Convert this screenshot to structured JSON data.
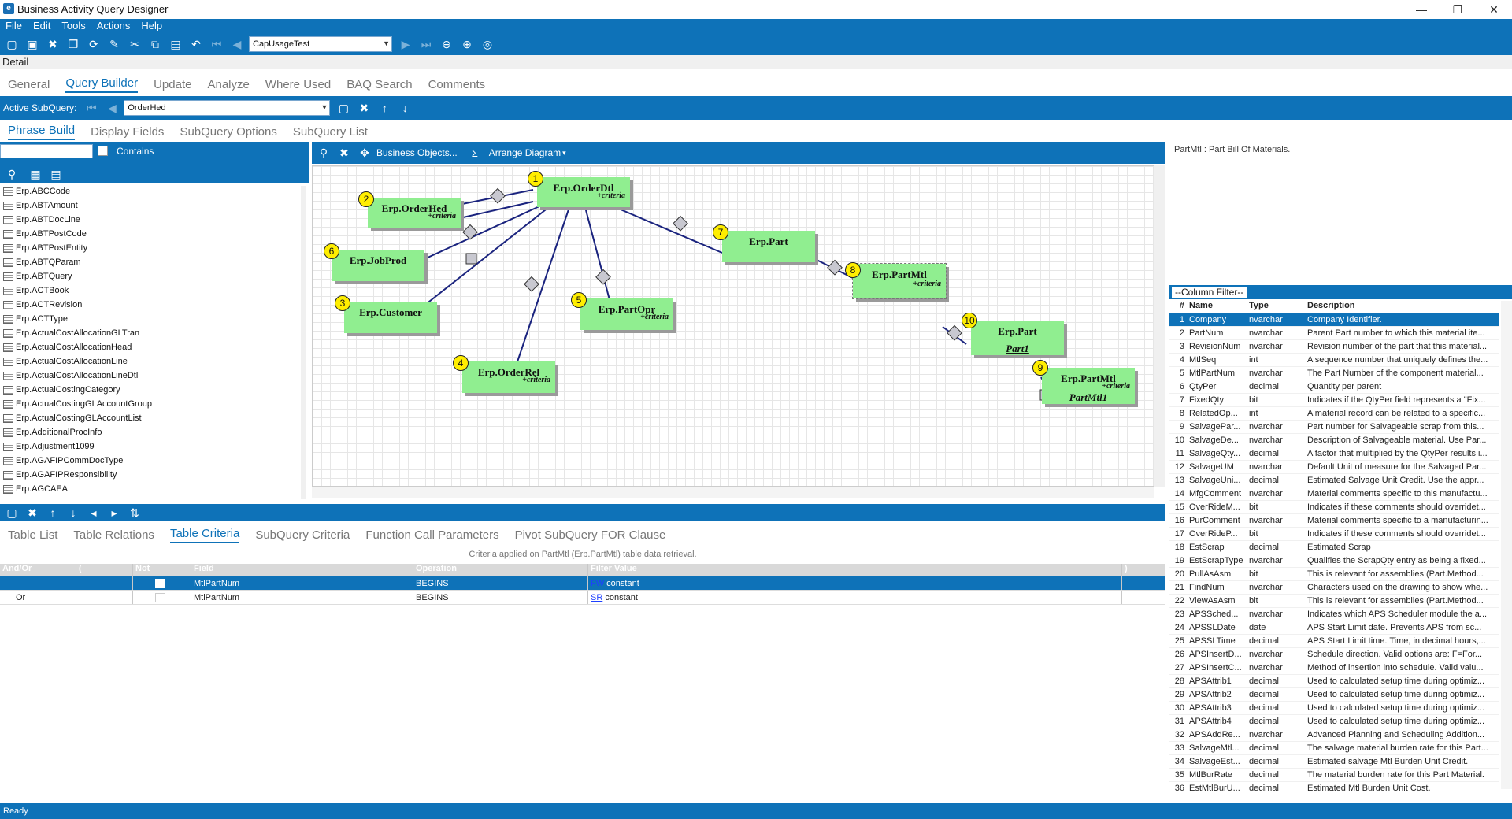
{
  "window": {
    "title": "Business Activity Query Designer",
    "min": "—",
    "restore": "❐",
    "close": "✕"
  },
  "menu": [
    "File",
    "Edit",
    "Tools",
    "Actions",
    "Help"
  ],
  "toolbar": {
    "query_id": "CapUsageTest"
  },
  "detail_label": "Detail",
  "main_tabs": [
    {
      "label": "General"
    },
    {
      "label": "Query Builder",
      "active": true
    },
    {
      "label": "Update"
    },
    {
      "label": "Analyze"
    },
    {
      "label": "Where Used"
    },
    {
      "label": "BAQ Search"
    },
    {
      "label": "Comments"
    }
  ],
  "subquery": {
    "label": "Active SubQuery:",
    "value": "OrderHed"
  },
  "sub_tabs": [
    {
      "label": "Phrase Build",
      "active": true
    },
    {
      "label": "Display Fields"
    },
    {
      "label": "SubQuery Options"
    },
    {
      "label": "SubQuery List"
    }
  ],
  "left": {
    "filter_value": "",
    "contains_label": "Contains",
    "tables": [
      "Erp.ABCCode",
      "Erp.ABTAmount",
      "Erp.ABTDocLine",
      "Erp.ABTPostCode",
      "Erp.ABTPostEntity",
      "Erp.ABTQParam",
      "Erp.ABTQuery",
      "Erp.ACTBook",
      "Erp.ACTRevision",
      "Erp.ACTType",
      "Erp.ActualCostAllocationGLTran",
      "Erp.ActualCostAllocationHead",
      "Erp.ActualCostAllocationLine",
      "Erp.ActualCostAllocationLineDtl",
      "Erp.ActualCostingCategory",
      "Erp.ActualCostingGLAccountGroup",
      "Erp.ActualCostingGLAccountList",
      "Erp.AdditionalProcInfo",
      "Erp.Adjustment1099",
      "Erp.AGAFIPCommDocType",
      "Erp.AGAFIPResponsibility",
      "Erp.AGCAEA"
    ]
  },
  "diagram_toolbar": {
    "business_objects": "Business Objects...",
    "arrange": "Arrange Diagram"
  },
  "nodes": [
    {
      "id": "orderdtl",
      "num": "1",
      "name": "Erp.OrderDtl",
      "crit": "+criteria",
      "alias": ""
    },
    {
      "id": "orderhed",
      "num": "2",
      "name": "Erp.OrderHed",
      "crit": "+criteria",
      "alias": ""
    },
    {
      "id": "customer",
      "num": "3",
      "name": "Erp.Customer",
      "crit": "",
      "alias": ""
    },
    {
      "id": "orderrel",
      "num": "4",
      "name": "Erp.OrderRel",
      "crit": "+criteria",
      "alias": ""
    },
    {
      "id": "partopr",
      "num": "5",
      "name": "Erp.PartOpr",
      "crit": "+criteria",
      "alias": ""
    },
    {
      "id": "jobprod",
      "num": "6",
      "name": "Erp.JobProd",
      "crit": "",
      "alias": ""
    },
    {
      "id": "part",
      "num": "7",
      "name": "Erp.Part",
      "crit": "",
      "alias": ""
    },
    {
      "id": "partmtl",
      "num": "8",
      "name": "Erp.PartMtl",
      "crit": "+criteria",
      "alias": ""
    },
    {
      "id": "partmtl1",
      "num": "9",
      "name": "Erp.PartMtl",
      "crit": "+criteria",
      "alias": "PartMtl1"
    },
    {
      "id": "part1",
      "num": "10",
      "name": "Erp.Part",
      "crit": "",
      "alias": "Part1"
    }
  ],
  "right": {
    "description": "PartMtl : Part Bill Of Materials.",
    "column_filter": "--Column Filter--",
    "headers": {
      "num": "#",
      "name": "Name",
      "type": "Type",
      "desc": "Description"
    },
    "columns": [
      [
        "1",
        "Company",
        "nvarchar",
        "Company Identifier."
      ],
      [
        "2",
        "PartNum",
        "nvarchar",
        "Parent Part number to which this material ite..."
      ],
      [
        "3",
        "RevisionNum",
        "nvarchar",
        "Revision number of the part that this material..."
      ],
      [
        "4",
        "MtlSeq",
        "int",
        "A sequence number that uniquely defines the..."
      ],
      [
        "5",
        "MtlPartNum",
        "nvarchar",
        "The Part Number of the component material..."
      ],
      [
        "6",
        "QtyPer",
        "decimal",
        "Quantity per parent"
      ],
      [
        "7",
        "FixedQty",
        "bit",
        "Indicates if the QtyPer field represents a \"Fix..."
      ],
      [
        "8",
        "RelatedOp...",
        "int",
        "A material record can be related to a specific..."
      ],
      [
        "9",
        "SalvagePar...",
        "nvarchar",
        "Part number for Salvageable scrap from this..."
      ],
      [
        "10",
        "SalvageDe...",
        "nvarchar",
        "Description of Salvageable material. Use Par..."
      ],
      [
        "11",
        "SalvageQty...",
        "decimal",
        "A factor that multiplied by the QtyPer results i..."
      ],
      [
        "12",
        "SalvageUM",
        "nvarchar",
        "Default Unit of measure for the Salvaged Par..."
      ],
      [
        "13",
        "SalvageUni...",
        "decimal",
        "Estimated Salvage Unit Credit. Use the appr..."
      ],
      [
        "14",
        "MfgComment",
        "nvarchar",
        "Material comments specific to this manufactu..."
      ],
      [
        "15",
        "OverRideM...",
        "bit",
        "Indicates if these comments should overridet..."
      ],
      [
        "16",
        "PurComment",
        "nvarchar",
        "Material comments specific to a manufacturin..."
      ],
      [
        "17",
        "OverRideP...",
        "bit",
        "Indicates if these comments should overridet..."
      ],
      [
        "18",
        "EstScrap",
        "decimal",
        "Estimated Scrap"
      ],
      [
        "19",
        "EstScrapType",
        "nvarchar",
        "Qualifies the ScrapQty entry as being a fixed..."
      ],
      [
        "20",
        "PullAsAsm",
        "bit",
        "This is relevant for assemblies (Part.Method..."
      ],
      [
        "21",
        "FindNum",
        "nvarchar",
        "Characters used on the drawing to show whe..."
      ],
      [
        "22",
        "ViewAsAsm",
        "bit",
        "This is relevant for assemblies (Part.Method..."
      ],
      [
        "23",
        "APSSched...",
        "nvarchar",
        "Indicates which APS Scheduler module the a..."
      ],
      [
        "24",
        "APSSLDate",
        "date",
        "APS Start Limit date.  Prevents APS from sc..."
      ],
      [
        "25",
        "APSSLTime",
        "decimal",
        "APS Start Limit time.  Time, in decimal hours,..."
      ],
      [
        "26",
        "APSInsertD...",
        "nvarchar",
        "Schedule direction. Valid options are: F=For..."
      ],
      [
        "27",
        "APSInsertC...",
        "nvarchar",
        "Method of insertion into schedule. Valid valu..."
      ],
      [
        "28",
        "APSAttrib1",
        "decimal",
        "Used to calculated setup time during optimiz..."
      ],
      [
        "29",
        "APSAttrib2",
        "decimal",
        "Used to calculated setup time during optimiz..."
      ],
      [
        "30",
        "APSAttrib3",
        "decimal",
        "Used to calculated setup time during optimiz..."
      ],
      [
        "31",
        "APSAttrib4",
        "decimal",
        "Used to calculated setup time during optimiz..."
      ],
      [
        "32",
        "APSAddRe...",
        "nvarchar",
        "Advanced Planning and Scheduling Addition..."
      ],
      [
        "33",
        "SalvageMtl...",
        "decimal",
        "The salvage material burden rate for this Part..."
      ],
      [
        "34",
        "SalvageEst...",
        "decimal",
        "Estimated salvage Mtl Burden Unit Credit."
      ],
      [
        "35",
        "MtlBurRate",
        "decimal",
        "The material burden rate for this Part Material."
      ],
      [
        "36",
        "EstMtlBurU...",
        "decimal",
        "Estimated Mtl Burden Unit Cost."
      ]
    ]
  },
  "bottom_tabs": [
    {
      "label": "Table List"
    },
    {
      "label": "Table Relations"
    },
    {
      "label": "Table Criteria",
      "active": true
    },
    {
      "label": "SubQuery Criteria"
    },
    {
      "label": "Function Call Parameters"
    },
    {
      "label": "Pivot SubQuery FOR Clause"
    }
  ],
  "criteria": {
    "caption": "Criteria applied on PartMtl (Erp.PartMtl)  table data retrieval.",
    "headers": [
      "And/Or",
      "(",
      "Not",
      "Field",
      "Operation",
      "Filter Value",
      ")"
    ],
    "rows": [
      {
        "andor": "",
        "paren_open": "",
        "field": "MtlPartNum",
        "op": "BEGINS",
        "val_link": "FW",
        "val": "constant",
        "paren_close": ""
      },
      {
        "andor": "Or",
        "paren_open": "",
        "field": "MtlPartNum",
        "op": "BEGINS",
        "val_link": "SR",
        "val": "constant",
        "paren_close": ""
      }
    ]
  },
  "status": "Ready"
}
